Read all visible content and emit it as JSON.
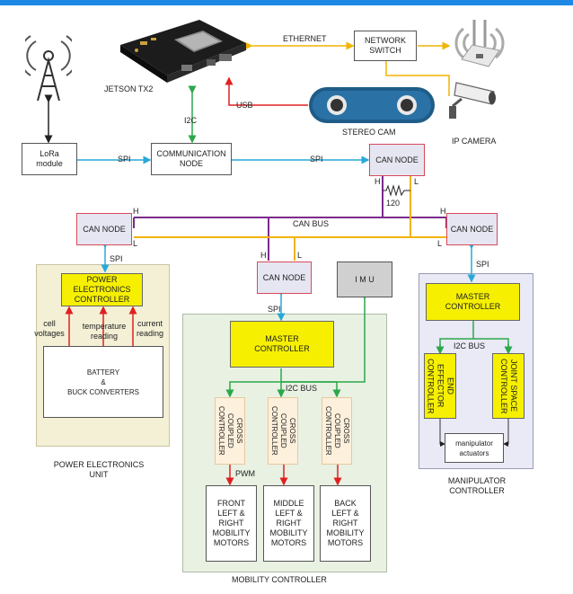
{
  "labels": {
    "jetson": "JETSON TX2",
    "ethernet": "ETHERNET",
    "network_switch_1": "NETWORK",
    "network_switch_2": "SWITCH",
    "usb": "USB",
    "i2c_top": "I2C",
    "stereo_cam": "STEREO CAM",
    "ip_camera": "IP CAMERA",
    "lora_1": "LoRa",
    "lora_2": "module",
    "spi_lora": "SPI",
    "comm_node_1": "COMMUNICATION",
    "comm_node_2": "NODE",
    "spi_comm": "SPI",
    "can_node": "CAN NODE",
    "h": "H",
    "l": "L",
    "resistor": "120",
    "can_bus": "CAN BUS",
    "spi": "SPI",
    "imu": "I M U",
    "power_ctrl_1": "POWER",
    "power_ctrl_2": "ELECTRONICS",
    "power_ctrl_3": "CONTROLLER",
    "cell_voltages_1": "cell",
    "cell_voltages_2": "voltages",
    "temperature_1": "temperature",
    "temperature_2": "reading",
    "current_1": "current",
    "current_2": "reading",
    "battery_1": "BATTERY",
    "battery_2": "&",
    "battery_3": "BUCK CONVERTERS",
    "power_unit_1": "POWER ELECTRONICS",
    "power_unit_2": "UNIT",
    "master_1": "MASTER",
    "master_2": "CONTROLLER",
    "i2c_bus": "I2C BUS",
    "cross_1": "CROSS",
    "cross_2": "COUPLED",
    "cross_3": "CONTROLLER",
    "pwm": "PWM",
    "front": [
      "FRONT",
      "LEFT &",
      "RIGHT",
      "MOBILITY",
      "MOTORS"
    ],
    "middle": [
      "MIDDLE",
      "LEFT &",
      "RIGHT",
      "MOBILITY",
      "MOTORS"
    ],
    "back": [
      "BACK",
      "LEFT &",
      "RIGHT",
      "MOBILITY",
      "MOTORS"
    ],
    "mobility_controller": "MOBILITY CONTROLLER",
    "end_effector_1": "END",
    "end_effector_2": "EFFECTOR",
    "end_effector_3": "CONTROLLER",
    "joint_space_1": "JOINT SPACE",
    "joint_space_2": "CONTROLLER",
    "manipulator_act_1": "manipulator",
    "manipulator_act_2": "actuators",
    "manipulator_ctrl_1": "MANIPULATOR",
    "manipulator_ctrl_2": "CONTROLLER"
  },
  "colors": {
    "topbar": "#1e88e5",
    "can_high": "#7b2b8c",
    "can_low": "#f0b400",
    "spi": "#29a8d8",
    "i2c": "#2aa84a",
    "usb": "#e02020",
    "ethernet": "#f0b400",
    "sensor": "#e02020"
  }
}
